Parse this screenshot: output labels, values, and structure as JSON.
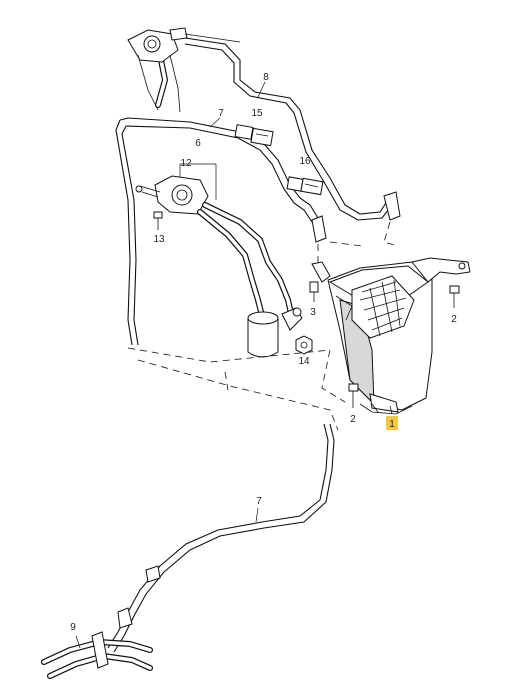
{
  "diagram": {
    "callouts": {
      "c1": "1",
      "c2a": "2",
      "c2b": "2",
      "c3": "3",
      "c6": "6",
      "c7a": "7",
      "c7b": "7",
      "c8": "8",
      "c9": "9",
      "c12": "12",
      "c13": "13",
      "c14": "14",
      "c15": "15",
      "c16": "16"
    },
    "highlight_color": "#f5c842"
  }
}
